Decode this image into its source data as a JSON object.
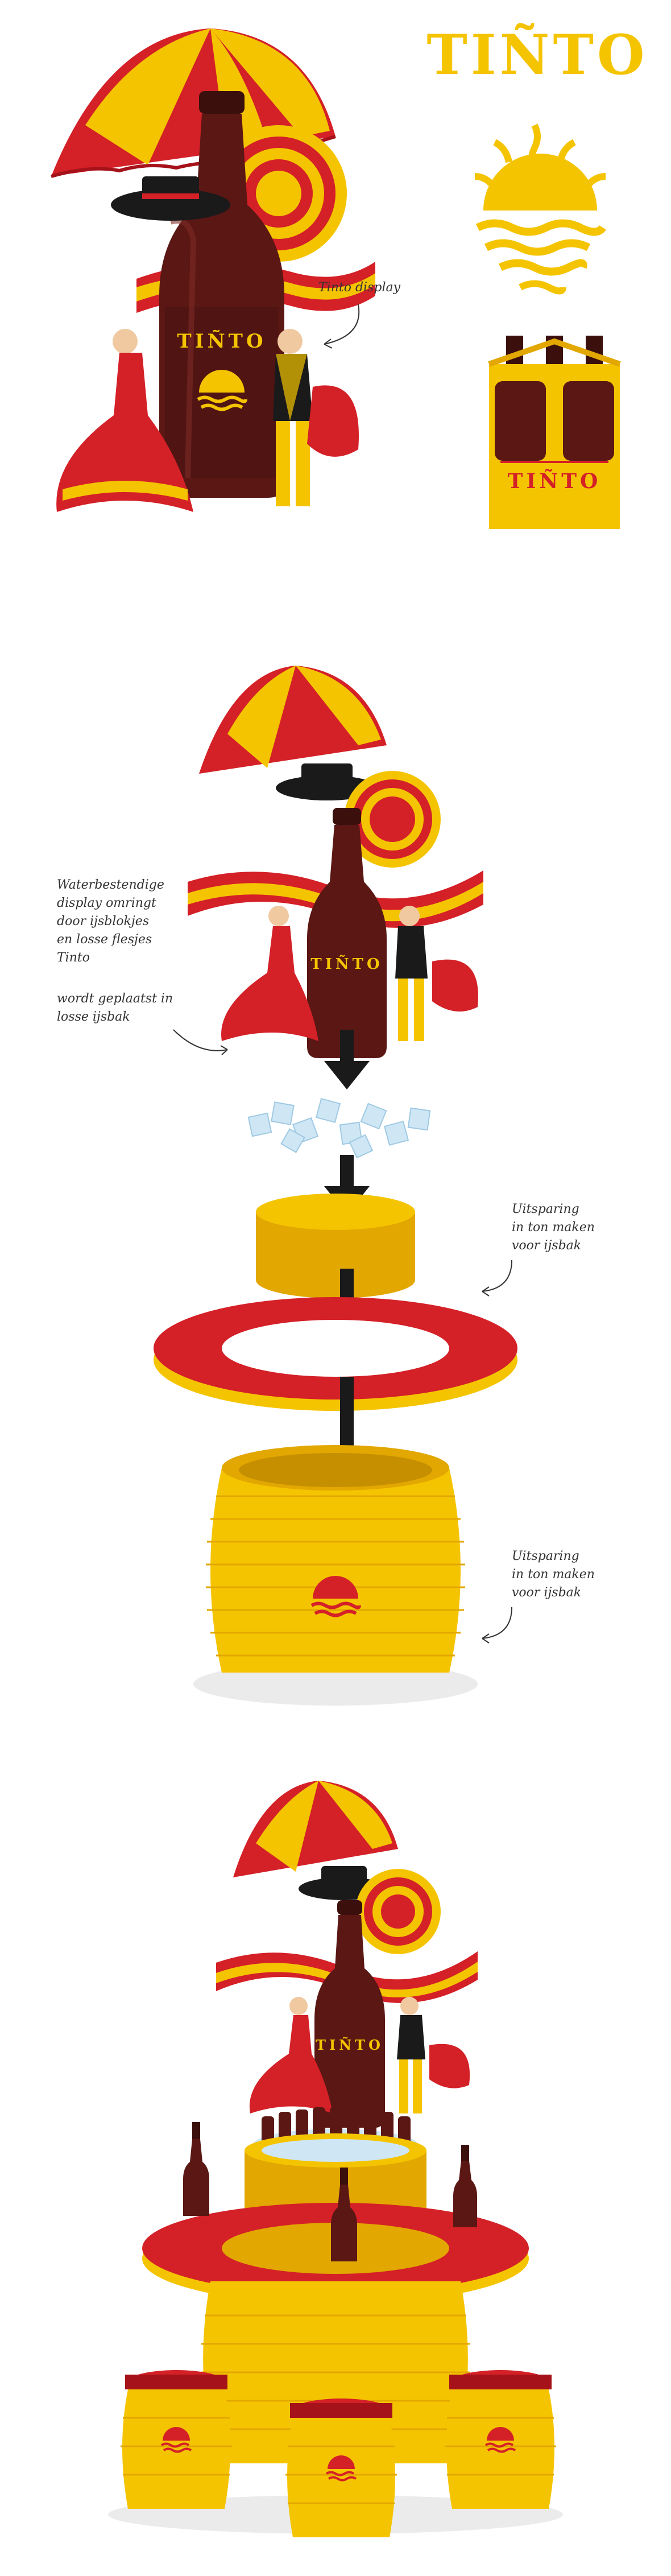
{
  "colors": {
    "red": "#d42027",
    "darkred": "#a6121a",
    "yellow": "#f5c400",
    "deepyellow": "#e2a700",
    "wine": "#5a1714",
    "black": "#1a1a1a"
  },
  "brand": {
    "logo_text": "TIÑTO",
    "bottle_label": "TIÑTO",
    "pack_label": "TIÑTO"
  },
  "section1": {
    "caption": "Tinto display"
  },
  "section2": {
    "caption_left_1": "Waterbestendige\ndisplay omringt\ndoor ijsblokjes\nen losse flesjes\nTinto",
    "caption_left_2": "wordt geplaatst in\nlosse ijsbak",
    "caption_right_1": "Uitsparing\nin ton maken\nvoor ijsbak",
    "caption_right_2": "Uitsparing\nin ton maken\nvoor ijsbak"
  },
  "icons": {
    "logo_sun": "sun-waves-icon",
    "arrow": "arrow-down-icon"
  }
}
